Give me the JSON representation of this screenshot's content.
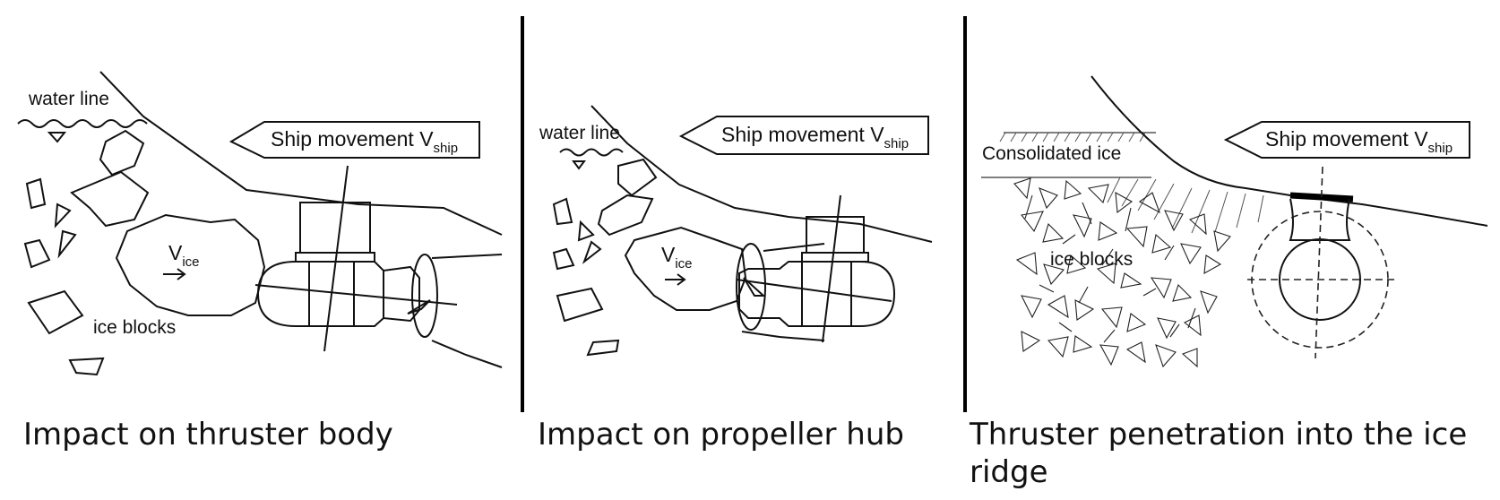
{
  "panels": [
    {
      "caption": "Impact on thruster body",
      "water_line": "water line",
      "ship_movement": "Ship movement V",
      "ship_sub": "ship",
      "v_ice": "V",
      "v_ice_sub": "ice",
      "ice_blocks": "ice blocks"
    },
    {
      "caption": "Impact on propeller hub",
      "water_line": "water line",
      "ship_movement": "Ship movement V",
      "ship_sub": "ship",
      "v_ice": "V",
      "v_ice_sub": "ice"
    },
    {
      "caption_line1": "Thruster penetration into the ice",
      "caption_line2": "ridge",
      "consolidated_ice": "Consolidated ice",
      "ship_movement": "Ship movement V",
      "ship_sub": "ship",
      "ice_blocks": "ice blocks"
    }
  ]
}
